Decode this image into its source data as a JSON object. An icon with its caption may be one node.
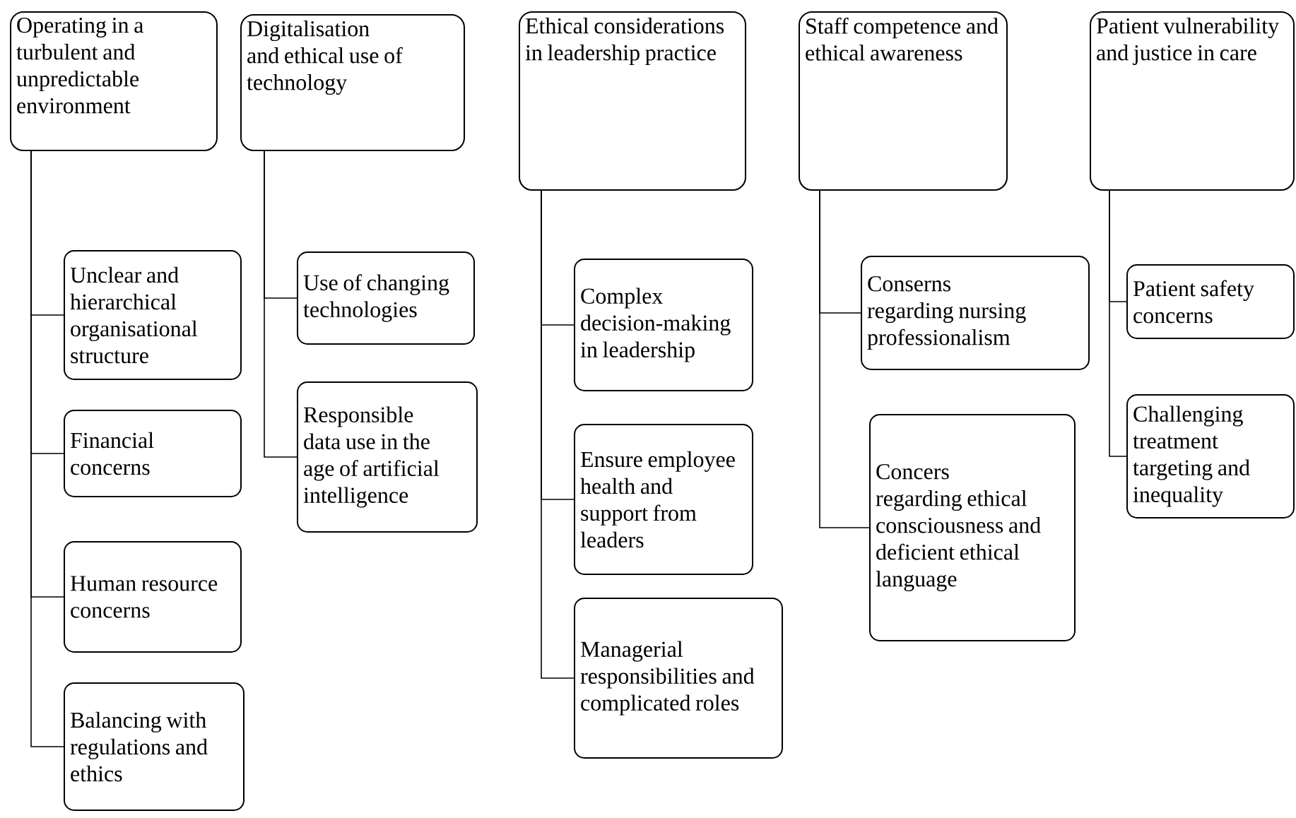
{
  "diagram": {
    "nodes": [
      {
        "text": [
          "Operating in a turbulent and unpredictable environment"
        ]
      },
      {
        "text": [
          "Unclear and hierarchical organisational structure"
        ]
      },
      {
        "text": [
          "Financial concerns"
        ]
      },
      {
        "text": [
          "Human resource concerns"
        ]
      },
      {
        "text": [
          "Balancing with regulations and ethics"
        ]
      },
      {
        "text": [
          "Digitalisation and ethical use of technology"
        ]
      },
      {
        "text": [
          "Use of changing technologies"
        ]
      },
      {
        "text": [
          "Responsible data use in the age of artificial intelligence"
        ]
      },
      {
        "text": [
          "Ethical considerations in leadership practice"
        ]
      },
      {
        "text": [
          "Complex decision-making in leadership"
        ]
      },
      {
        "text": [
          "Ensure employee health and support from leaders"
        ]
      },
      {
        "text": [
          "Managerial responsibilities and complicated roles"
        ]
      },
      {
        "text": [
          "Staff competence and ethical awareness"
        ]
      },
      {
        "text": [
          "Conserns regarding nursing professionalism"
        ]
      },
      {
        "text": [
          "Concers regarding ethical consciousness and deficient ethical language"
        ]
      },
      {
        "text": [
          "Patient vulnerability and justice in care"
        ]
      },
      {
        "text": [
          "Patient safety concerns"
        ]
      },
      {
        "text": [
          "Challenging treatment targeting and inequality"
        ]
      }
    ],
    "edges": [
      {
        "from": 0,
        "to": 1,
        "arrow": "none"
      },
      {
        "from": 0,
        "to": 2,
        "arrow": "none"
      },
      {
        "from": 0,
        "to": 3,
        "arrow": "none"
      },
      {
        "from": 0,
        "to": 4,
        "arrow": "none"
      },
      {
        "from": 5,
        "to": 6,
        "arrow": "none"
      },
      {
        "from": 5,
        "to": 7,
        "arrow": "none"
      },
      {
        "from": 8,
        "to": 9,
        "arrow": "none"
      },
      {
        "from": 8,
        "to": 10,
        "arrow": "none"
      },
      {
        "from": 8,
        "to": 11,
        "arrow": "none"
      },
      {
        "from": 12,
        "to": 13,
        "arrow": "none"
      },
      {
        "from": 12,
        "to": 14,
        "arrow": "none"
      },
      {
        "from": 15,
        "to": 16,
        "arrow": "none"
      },
      {
        "from": 15,
        "to": 17,
        "arrow": "none"
      }
    ]
  }
}
